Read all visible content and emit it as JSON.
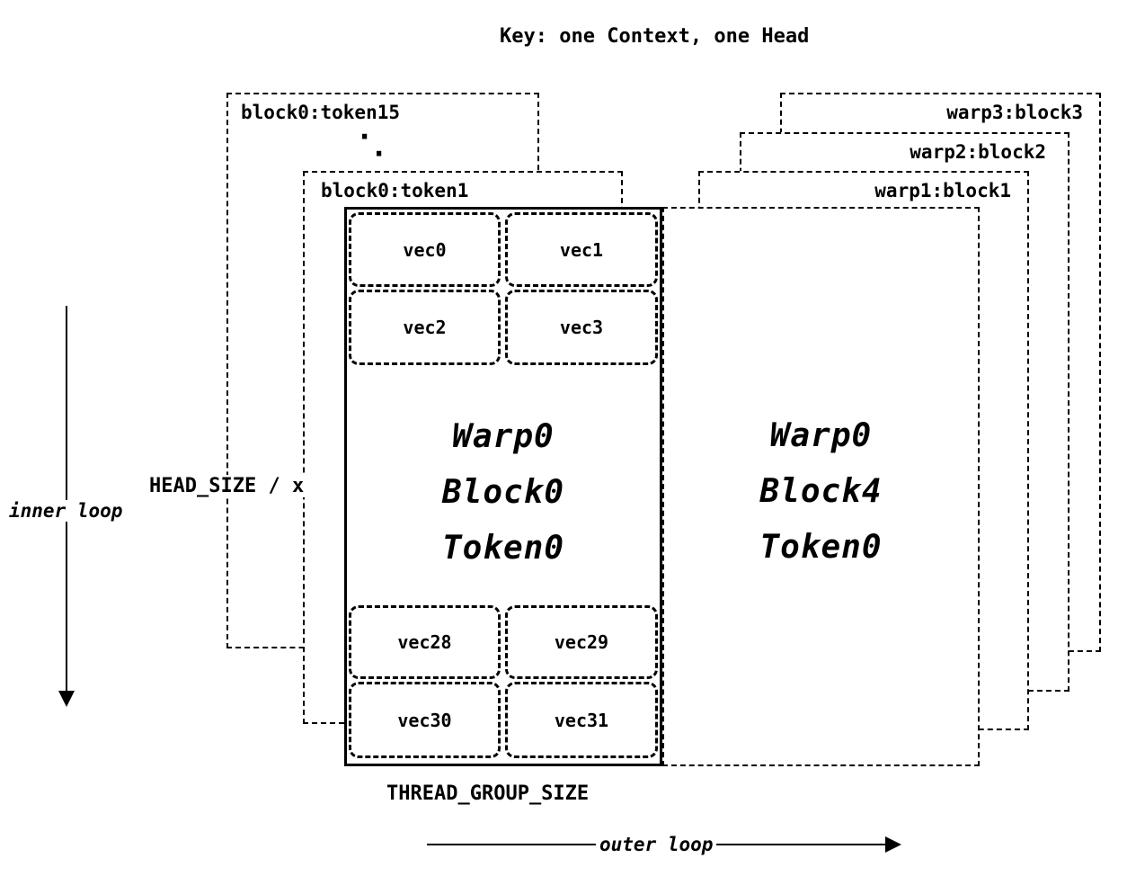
{
  "title": "Key: one Context, one Head",
  "left_stack": {
    "token15_label": "block0:token15",
    "dots": [
      "·",
      "·"
    ],
    "token1_label": "block0:token1"
  },
  "right_stack": {
    "warp3_label": "warp3:block3",
    "warp2_label": "warp2:block2",
    "warp1_label": "warp1:block1"
  },
  "main_block": {
    "vecs_top": [
      "vec0",
      "vec1",
      "vec2",
      "vec3"
    ],
    "lines": [
      "Warp0",
      "Block0",
      "Token0"
    ],
    "vecs_bottom": [
      "vec28",
      "vec29",
      "vec30",
      "vec31"
    ]
  },
  "right_block": {
    "lines": [
      "Warp0",
      "Block4",
      "Token0"
    ]
  },
  "labels": {
    "head_size": "HEAD_SIZE / x",
    "inner_loop": "inner loop",
    "thread_group_size": "THREAD_GROUP_SIZE",
    "outer_loop": "outer loop"
  }
}
